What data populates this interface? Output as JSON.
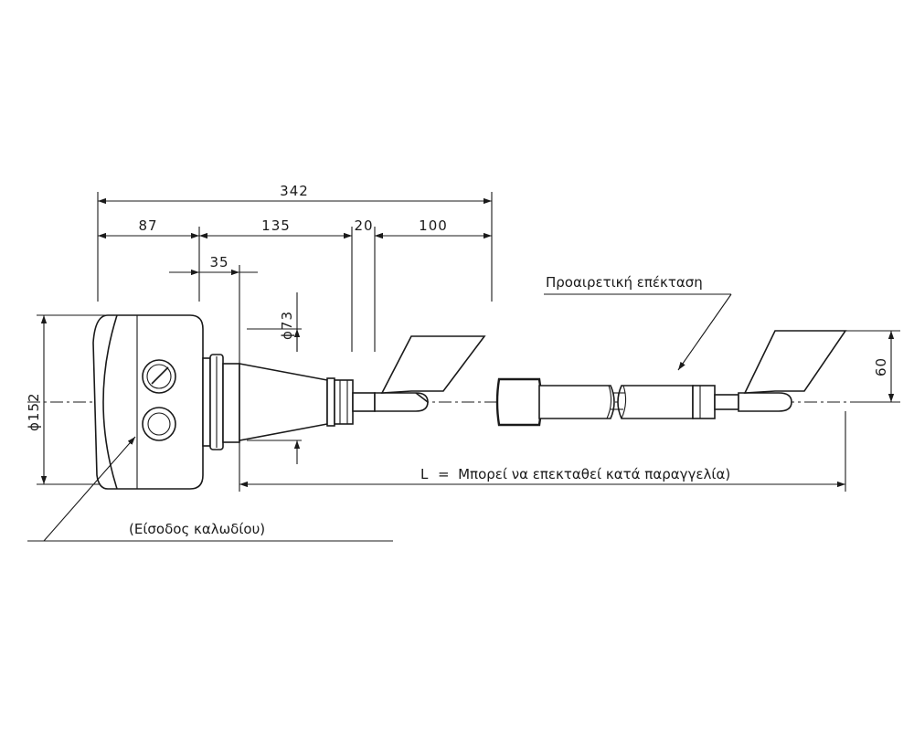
{
  "dimensions": {
    "overall": "342",
    "housing": "87",
    "neck": "135",
    "paddle_gap": "20",
    "paddle": "100",
    "offset": "35",
    "shaft_diameter": "ϕ73",
    "housing_diameter": "ϕ152",
    "paddle_height": "60"
  },
  "labels": {
    "optional_extension": "Προαιρετική επέκταση",
    "length_prefix": "L",
    "length_note": "=  Μπορεί να επεκταθεί κατά παραγγελία)",
    "cable_entry": "(Είσοδος καλωδίου)"
  }
}
